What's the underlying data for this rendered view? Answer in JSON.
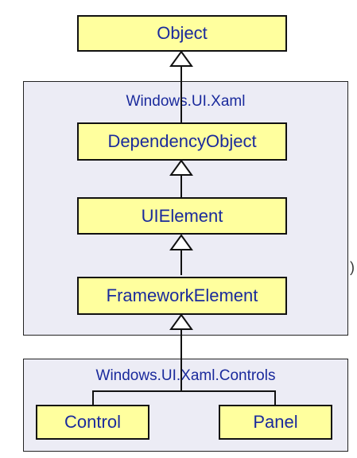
{
  "diagram": {
    "top_class": "Object",
    "namespace_xaml": {
      "label": "Windows.UI.Xaml",
      "classes": [
        "DependencyObject",
        "UIElement",
        "FrameworkElement"
      ]
    },
    "namespace_controls": {
      "label": "Windows.UI.Xaml.Controls",
      "classes": [
        "Control",
        "Panel"
      ]
    },
    "cut_off_text": ")"
  },
  "colors": {
    "class_fill": "#ffff9e",
    "namespace_fill": "#ececf5",
    "text": "#1a2a9c",
    "border": "#111111"
  }
}
